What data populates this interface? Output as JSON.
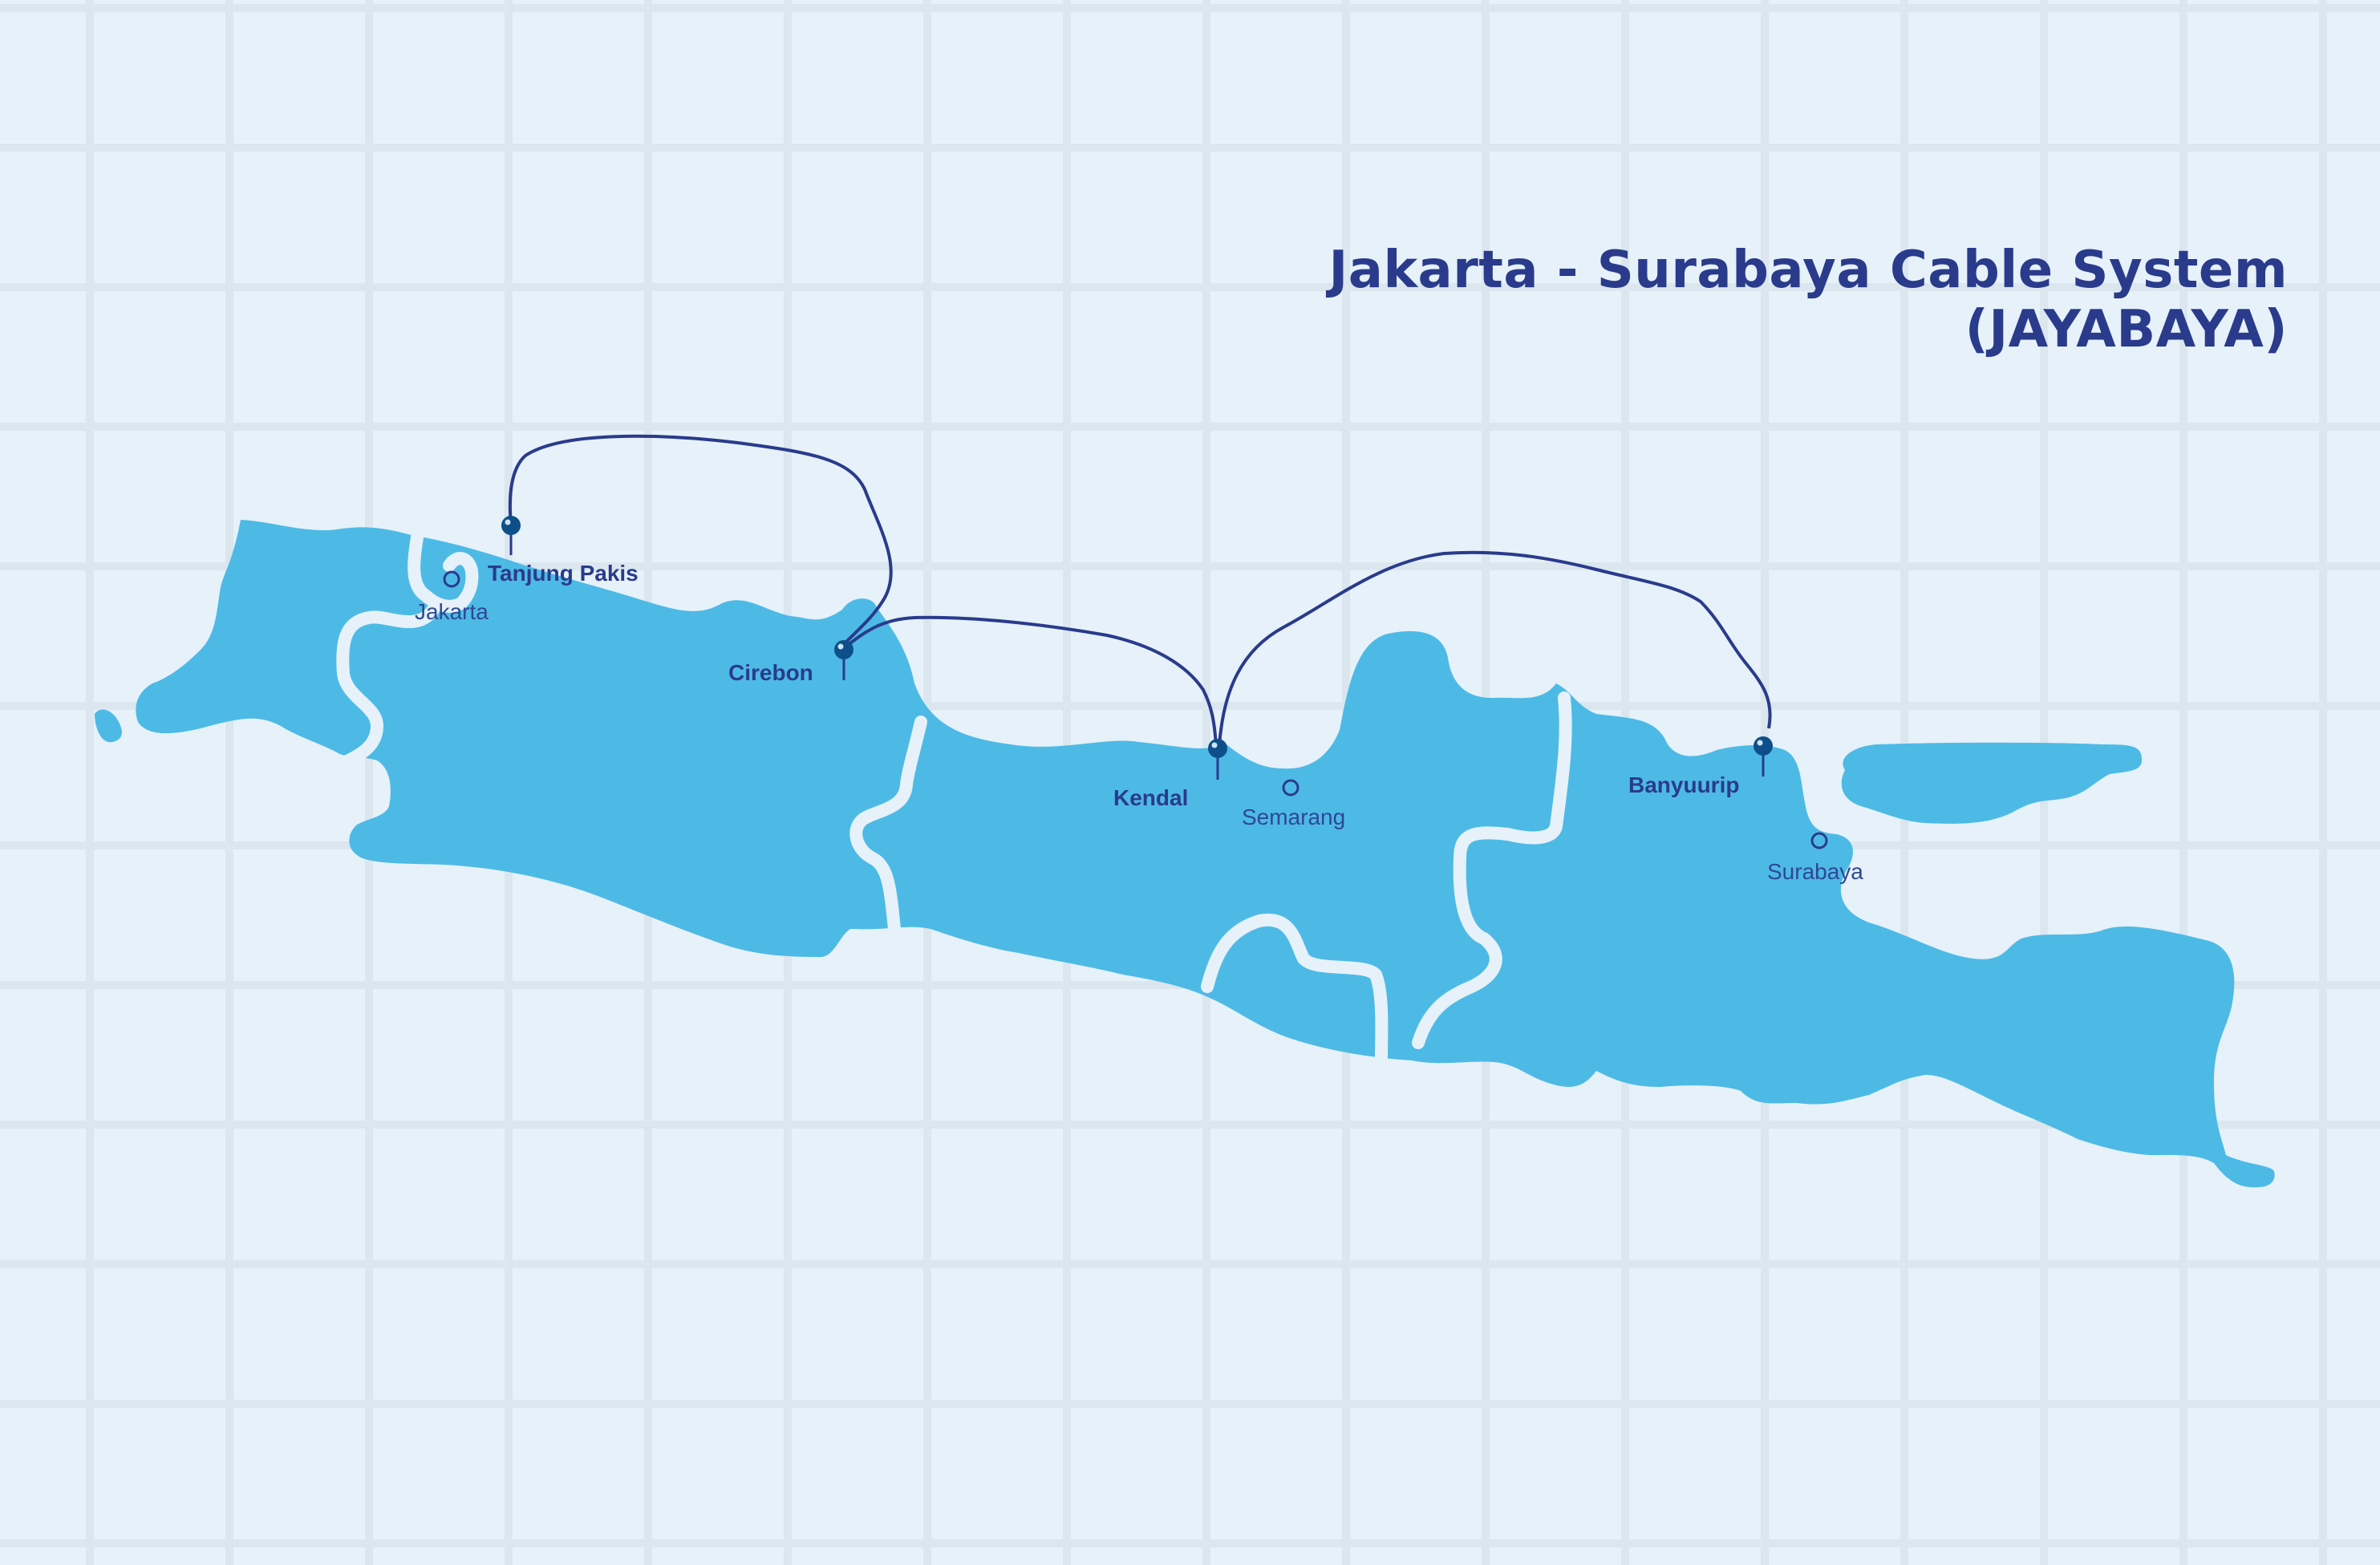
{
  "map": {
    "title": "Jakarta - Surabaya Cable System (JAYABAYA)",
    "colors": {
      "background": "#e6f1f9",
      "grid": "#dbe6ef",
      "land": "#4dbae6",
      "province_border": "#e6f1f9",
      "cable": "#2a3b8c",
      "landing_pin": "#0e4f8a",
      "label": "#2a3b8c"
    },
    "landing_stations": [
      {
        "name": "Tanjung Pakis",
        "icon": "landing-pin-icon"
      },
      {
        "name": "Cirebon",
        "icon": "landing-pin-icon"
      },
      {
        "name": "Kendal",
        "icon": "landing-pin-icon"
      },
      {
        "name": "Banyuurip",
        "icon": "landing-pin-icon"
      }
    ],
    "cities": [
      {
        "name": "Jakarta",
        "icon": "city-circle-icon"
      },
      {
        "name": "Semarang",
        "icon": "city-circle-icon"
      },
      {
        "name": "Surabaya",
        "icon": "city-circle-icon"
      }
    ],
    "cable_segments": [
      {
        "from": "Tanjung Pakis",
        "to": "Cirebon"
      },
      {
        "from": "Cirebon",
        "to": "Kendal"
      },
      {
        "from": "Kendal",
        "to": "Banyuurip"
      }
    ]
  }
}
